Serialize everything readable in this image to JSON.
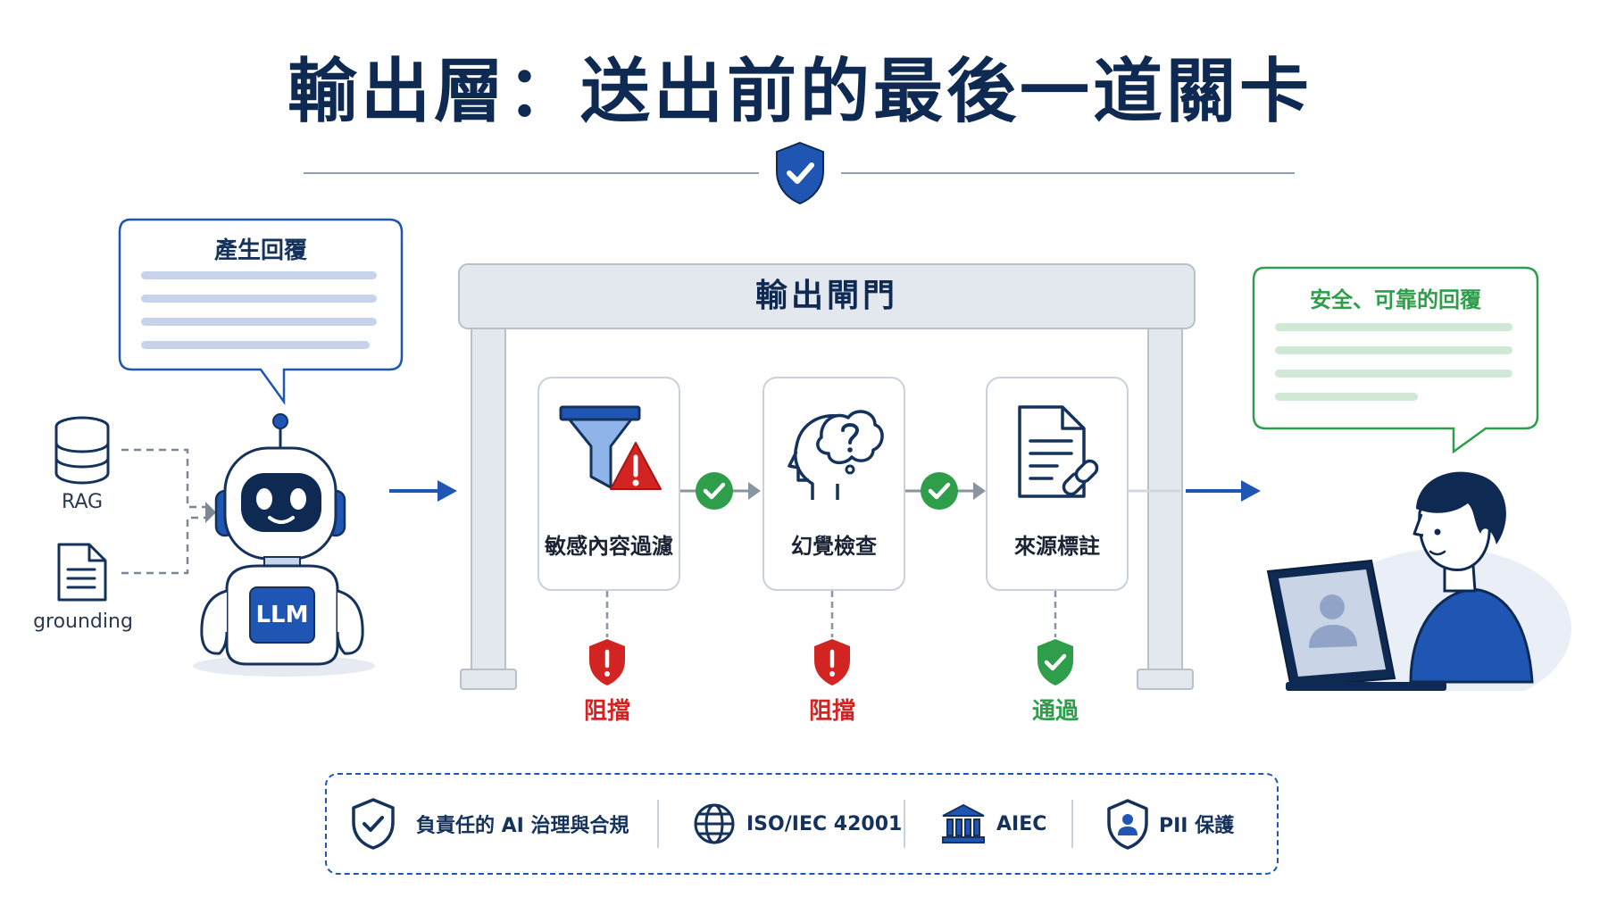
{
  "title": "輸出層：送出前的最後一道關卡",
  "llm_bubble": {
    "title": "產生回覆"
  },
  "sources": {
    "rag_label": "RAG",
    "grounding_label": "grounding"
  },
  "robot": {
    "label": "LLM"
  },
  "gate": {
    "title": "輸出閘門",
    "steps": [
      {
        "label": "敏感內容過濾",
        "outcome": "阻擋",
        "outcome_status": "block"
      },
      {
        "label": "幻覺檢查",
        "outcome": "阻擋",
        "outcome_status": "block"
      },
      {
        "label": "來源標註",
        "outcome": "通過",
        "outcome_status": "pass"
      }
    ]
  },
  "result_bubble": {
    "title": "安全、可靠的回覆"
  },
  "footer": {
    "items": [
      {
        "label": "負責任的 AI 治理與合規",
        "icon": "shield-check-icon"
      },
      {
        "label": "ISO/IEC 42001",
        "icon": "globe-icon"
      },
      {
        "label": "AIEC",
        "icon": "institution-icon"
      },
      {
        "label": "PII 保護",
        "icon": "shield-user-icon"
      }
    ]
  },
  "colors": {
    "navy": "#0f2a52",
    "blue": "#1f56b3",
    "green": "#2e9e4b",
    "red": "#d32424",
    "gray_line": "#8c9fbd"
  }
}
